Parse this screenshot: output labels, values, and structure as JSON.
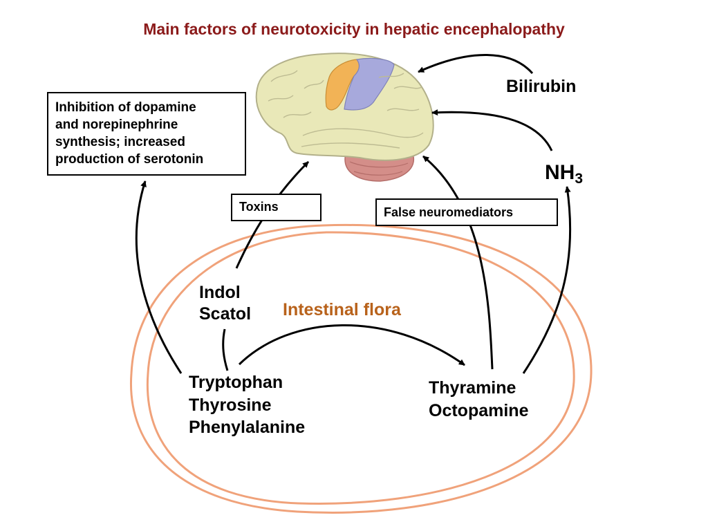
{
  "title": "Main factors of neurotoxicity in hepatic encephalopathy",
  "colors": {
    "title": "#8b1a1a",
    "flora_label": "#b8621b",
    "flora_outline": "#f0a27a",
    "arrow": "#000000",
    "brain_base": "#e9e8b8",
    "brain_orange": "#f2b356",
    "brain_blue": "#a7a9dc",
    "cerebellum": "#d48e89"
  },
  "labels": {
    "bilirubin": "Bilirubin",
    "nh3_base": "NH",
    "nh3_sub": "3",
    "indol": "Indol",
    "scatol": "Scatol",
    "intestinal_flora": "Intestinal flora",
    "amino_acids": [
      "Tryptophan",
      "Thyrosine",
      "Phenylalanine"
    ],
    "amines": [
      "Thyramine",
      "Octopamine"
    ]
  },
  "boxes": {
    "inhibition": [
      "Inhibition of  dopamine",
      "and norepinephrine",
      "synthesis; increased",
      "production of serotonin"
    ],
    "toxins": "Toxins",
    "false_neuromediators": "False neuromediators"
  },
  "icons": {
    "brain": "brain-illustration"
  }
}
